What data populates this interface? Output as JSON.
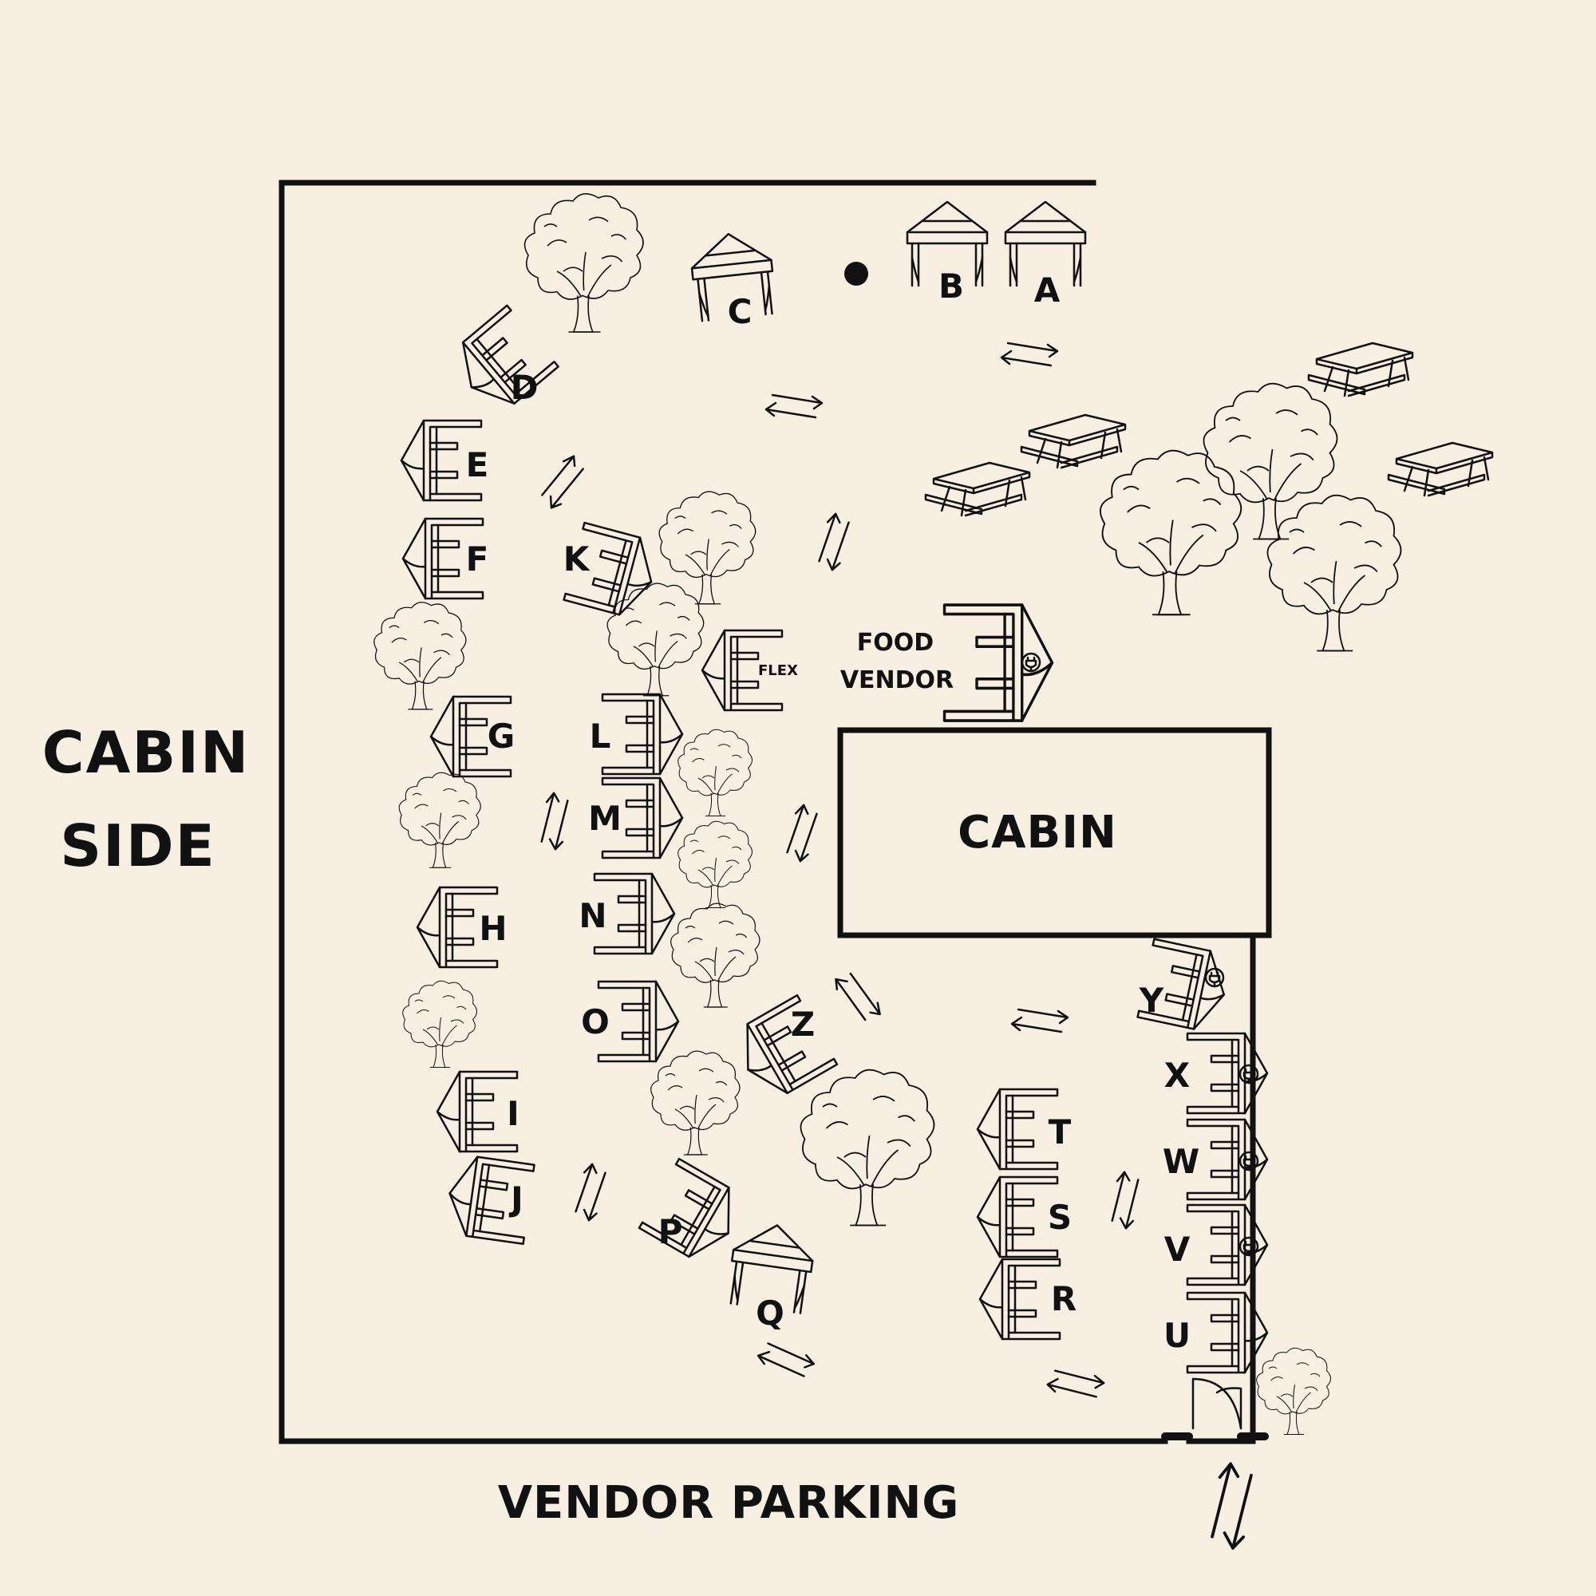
{
  "labels": {
    "cabin_side": [
      "CABIN",
      "SIDE"
    ],
    "vendor_parking": "VENDOR PARKING",
    "cabin": "CABIN",
    "food_vendor": [
      "FOOD",
      "VENDOR"
    ],
    "flex": "FLEX"
  },
  "stalls": {
    "A": "A",
    "B": "B",
    "C": "C",
    "D": "D",
    "E": "E",
    "F": "F",
    "G": "G",
    "H": "H",
    "I": "I",
    "J": "J",
    "K": "K",
    "L": "L",
    "M": "M",
    "N": "N",
    "O": "O",
    "P": "P",
    "Q": "Q",
    "R": "R",
    "S": "S",
    "T": "T",
    "U": "U",
    "V": "V",
    "W": "W",
    "X": "X",
    "Y": "Y",
    "Z": "Z"
  },
  "icons": {
    "canopy_tent": "canopy-tent-icon",
    "side_tent": "vendor-tent-icon",
    "power_outlet": "power-plug-icon",
    "tree": "tree-icon",
    "picnic_table": "picnic-table-icon",
    "traffic_arrows": "two-way-arrow-icon",
    "marker_dot": "dot-marker-icon"
  },
  "colors": {
    "background": "#f6efe2",
    "ink": "#111111"
  }
}
